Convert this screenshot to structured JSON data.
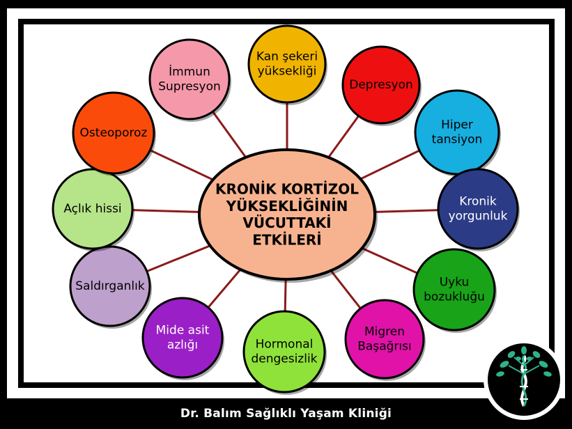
{
  "center": {
    "lines": [
      "KRONİK KORTİZOL",
      "YÜKSEKLİĞİNİN",
      "VÜCUTTAKİ",
      "ETKİLERİ"
    ],
    "fill": "#f7b38f"
  },
  "nodes": [
    {
      "lines": [
        "Kan şekeri",
        "yüksekliği"
      ],
      "fill": "#f0b400"
    },
    {
      "lines": [
        "Depresyon"
      ],
      "fill": "#ee1010"
    },
    {
      "lines": [
        "Hiper",
        "tansiyon"
      ],
      "fill": "#17aee0"
    },
    {
      "lines": [
        "Kronik",
        "yorgunluk"
      ],
      "fill": "#2c3b86"
    },
    {
      "lines": [
        "Uyku",
        "bozukluğu"
      ],
      "fill": "#18a318"
    },
    {
      "lines": [
        "Migren",
        "Başağrısı"
      ],
      "fill": "#e012a8"
    },
    {
      "lines": [
        "Hormonal",
        "dengesizlik"
      ],
      "fill": "#8fe23a"
    },
    {
      "lines": [
        "Mide asit",
        "azlığı"
      ],
      "fill": "#9b1fc6"
    },
    {
      "lines": [
        "Saldırganlık"
      ],
      "fill": "#bea0cc"
    },
    {
      "lines": [
        "Açlık hissi"
      ],
      "fill": "#b5e489"
    },
    {
      "lines": [
        "Osteoporoz"
      ],
      "fill": "#fb4b0b"
    },
    {
      "lines": [
        "İmmun",
        "Supresyon"
      ],
      "fill": "#f599aa"
    }
  ],
  "footer": "Dr. Balım Sağlıklı Yaşam Kliniği",
  "colors": {
    "connector": "#8b1a1a",
    "outline": "#000000",
    "panel": "#ffffff",
    "logo_bg": "#000000",
    "logo_leaf": "#2fb28a"
  },
  "logo_icon": "tree-dna-icon"
}
